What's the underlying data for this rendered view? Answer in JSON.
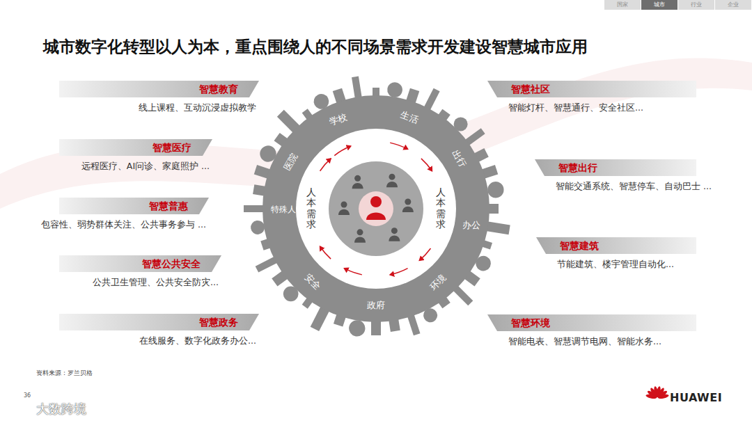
{
  "diagram": {
    "title": "城市数字化转型以人为本，重点围绕人的不同场景需求开发建设智慧城市应用",
    "nodes": [
      {
        "text": [
          "智慧教育",
          "线上课程、互动沉浸虚拟教学"
        ]
      },
      {
        "text": [
          "智慧医疗",
          "远程医疗、AI问诊、家庭照护 ..."
        ]
      },
      {
        "text": [
          "智慧普惠",
          "包容性、弱势群体关注、公共事务参与 ..."
        ]
      },
      {
        "text": [
          "智慧公共安全",
          "公共卫生管理、公共安全防灾..."
        ]
      },
      {
        "text": [
          "智慧政务",
          "在线服务、数字化政务办公..."
        ]
      },
      {
        "text": [
          "智慧社区",
          "智能灯杆、智慧通行、安全社区..."
        ]
      },
      {
        "text": [
          "智慧出行",
          "智能交通系统、智慧停车、自动巴士 ..."
        ]
      },
      {
        "text": [
          "智慧建筑",
          "节能建筑、楼宇管理自动化..."
        ]
      },
      {
        "text": [
          "智慧环境",
          "智能电表、智慧调节电网、智能水务..."
        ]
      }
    ],
    "labels": [
      "国家",
      "城市",
      "行业",
      "企业",
      "学校",
      "生活",
      "出行",
      "办公",
      "环境",
      "政府",
      "安全",
      "特殊人群需求",
      "医院",
      "人本需求",
      "人本需求",
      "资料来源：罗兰贝格",
      "36",
      "HUAWEI",
      "大数跨境"
    ]
  }
}
